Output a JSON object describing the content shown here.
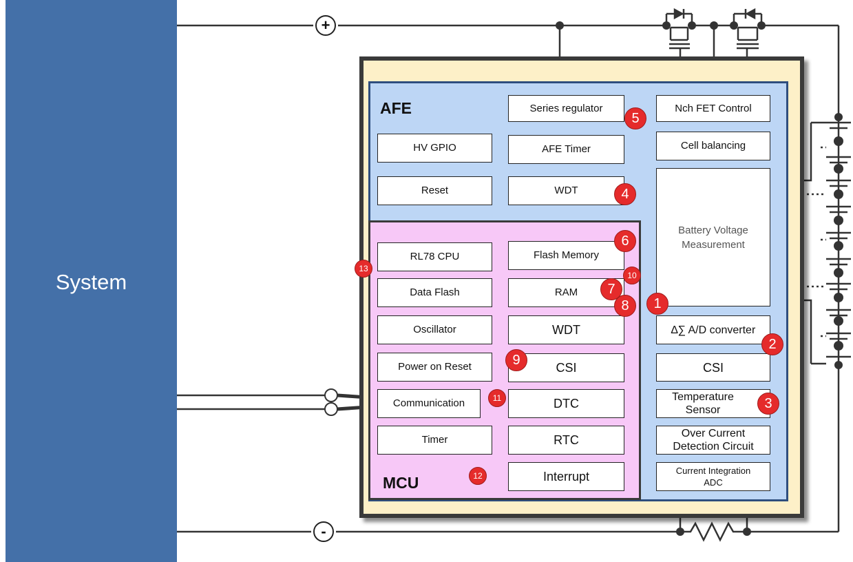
{
  "system": {
    "label": "System"
  },
  "terminals": {
    "plus": "+",
    "minus": "-"
  },
  "afe": {
    "heading": "AFE",
    "series_regulator": "Series regulator",
    "nch_fet_control": "Nch FET Control",
    "hv_gpio": "HV GPIO",
    "afe_timer": "AFE Timer",
    "cell_balancing": "Cell balancing",
    "reset": "Reset",
    "wdt": "WDT",
    "battery_voltage_measurement": "Battery Voltage Measurement",
    "delta_sigma_adc": "∆∑ A/D converter",
    "csi": "CSI",
    "temperature_sensor": "Temperature Sensor",
    "over_current_detection": "Over Current Detection Circuit",
    "current_integration_line1": "Current Integration",
    "current_integration_line2": "ADC"
  },
  "mcu": {
    "heading": "MCU",
    "rl78_cpu": "RL78 CPU",
    "flash_memory": "Flash Memory",
    "data_flash": "Data Flash",
    "ram": "RAM",
    "oscillator": "Oscillator",
    "wdt": "WDT",
    "power_on_reset": "Power on Reset",
    "csi": "CSI",
    "communication": "Communication",
    "dtc": "DTC",
    "timer": "Timer",
    "rtc": "RTC",
    "interrupt": "Interrupt"
  },
  "markers": [
    "1",
    "2",
    "3",
    "4",
    "5",
    "6",
    "7",
    "8",
    "9",
    "10",
    "11",
    "12",
    "13"
  ],
  "colors": {
    "system": "#4470a8",
    "package": "#fdf0c8",
    "afe": "#bdd6f5",
    "mcu": "#f7c8f7",
    "marker": "#e52b2b",
    "wire": "#333333"
  }
}
